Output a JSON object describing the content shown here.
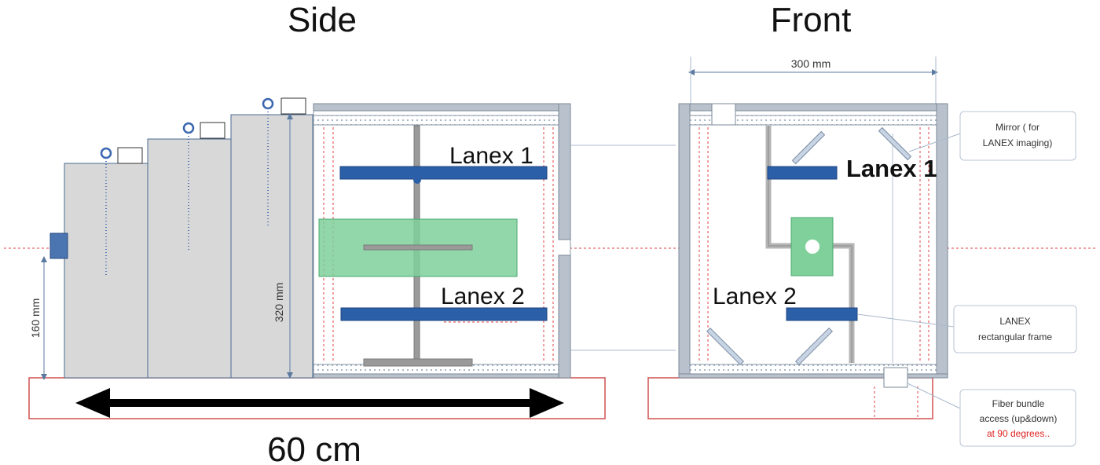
{
  "side": {
    "title": "Side",
    "lanex1": "Lanex 1",
    "lanex2": "Lanex 2",
    "dim_160": "160 mm",
    "dim_320": "320 mm",
    "length_label": "60 cm"
  },
  "front": {
    "title": "Front",
    "dim_300": "300 mm",
    "lanex1": "Lanex 1",
    "lanex2": "Lanex 2",
    "callout_mirror_line1": "Mirror ( for",
    "callout_mirror_line2": "LANEX imaging)",
    "callout_frame_line1": "LANEX",
    "callout_frame_line2": "rectangular frame",
    "callout_fiber_line1": "Fiber bundle",
    "callout_fiber_line2": "access (up&down)",
    "callout_fiber_line3": "at 90 degrees.."
  },
  "colors": {
    "lanex_blue": "#2b5fa8",
    "target_green": "#7fd09a",
    "stack_gray": "#d8d8d8",
    "beam_red": "#e04040",
    "frame_gray": "#b9c2cc"
  }
}
